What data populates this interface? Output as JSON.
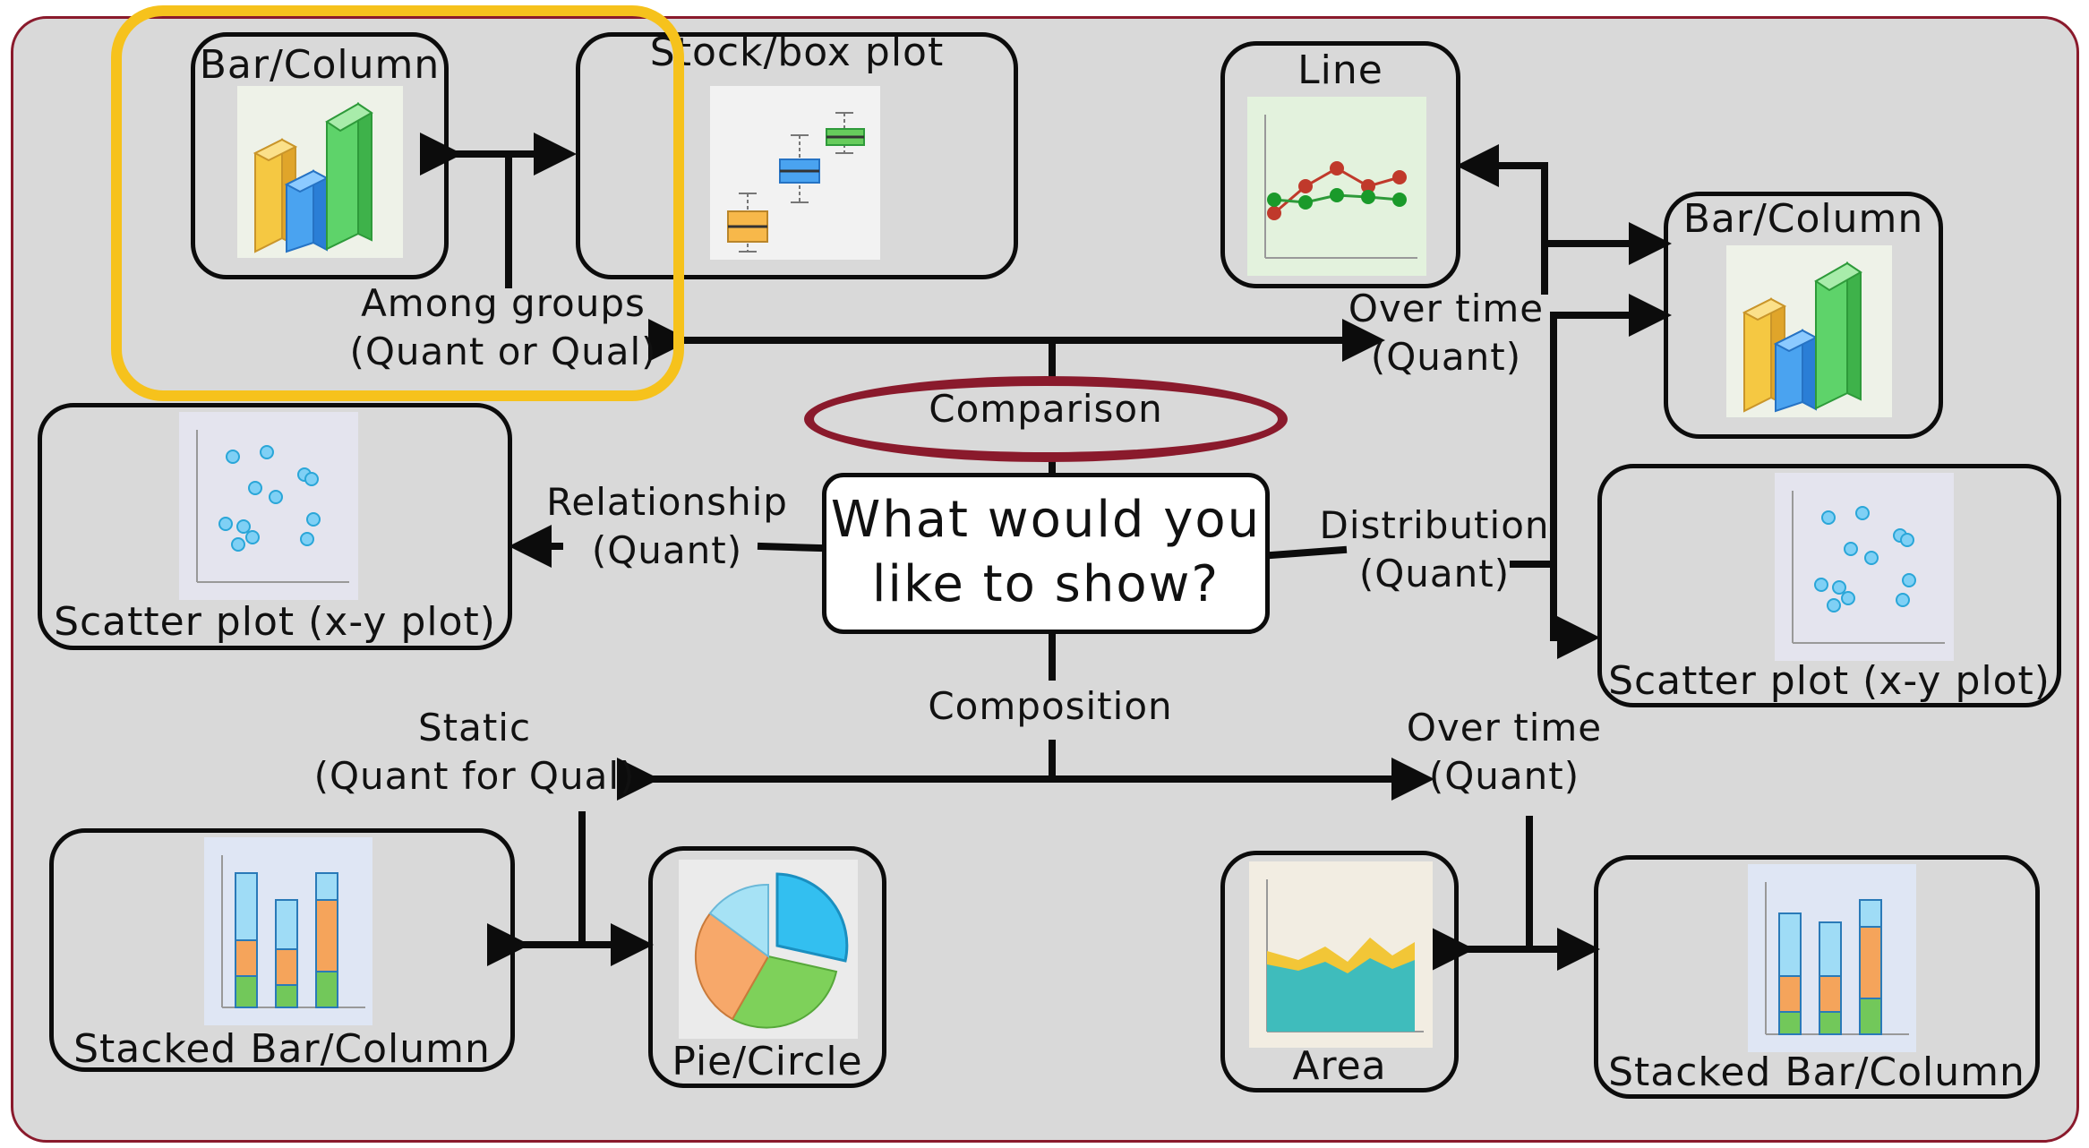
{
  "colors": {
    "panel_background": "#d9d9d9",
    "panel_border": "#8a1a2c",
    "highlight_rect": "#f6c21c",
    "highlight_oval": "#8a1a2c",
    "arrow": "#0c0c0c"
  },
  "center": {
    "line1": "What would you",
    "line2": "like to show?"
  },
  "branches": {
    "comparison": "Comparison",
    "relationship": {
      "line1": "Relationship",
      "line2": "(Quant)"
    },
    "distribution": {
      "line1": "Distribution",
      "line2": "(Quant)"
    },
    "composition": "Composition",
    "among_groups": {
      "line1": "Among groups",
      "line2": "(Quant or Qual)"
    },
    "over_time_comparison": {
      "line1": "Over time",
      "line2": "(Quant)"
    },
    "static": {
      "line1": "Static",
      "line2": "(Quant for Qual)"
    },
    "over_time_composition": {
      "line1": "Over time",
      "line2": "(Quant)"
    }
  },
  "charts": {
    "bar_column_1": {
      "title": "Bar/Column",
      "icon": "bar-column-3d-icon"
    },
    "stock_box": {
      "title": "Stock/box plot",
      "icon": "box-plot-icon"
    },
    "line": {
      "title": "Line",
      "icon": "line-chart-icon"
    },
    "bar_column_2": {
      "title": "Bar/Column",
      "icon": "bar-column-3d-icon"
    },
    "scatter_1": {
      "title": "Scatter plot (x-y plot)",
      "icon": "scatter-plot-icon"
    },
    "scatter_2": {
      "title": "Scatter plot (x-y plot)",
      "icon": "scatter-plot-icon"
    },
    "stacked_1": {
      "title": "Stacked Bar/Column",
      "icon": "stacked-bar-icon"
    },
    "pie": {
      "title": "Pie/Circle",
      "icon": "pie-chart-icon"
    },
    "area": {
      "title": "Area",
      "icon": "area-chart-icon"
    },
    "stacked_2": {
      "title": "Stacked Bar/Column",
      "icon": "stacked-bar-icon"
    }
  }
}
